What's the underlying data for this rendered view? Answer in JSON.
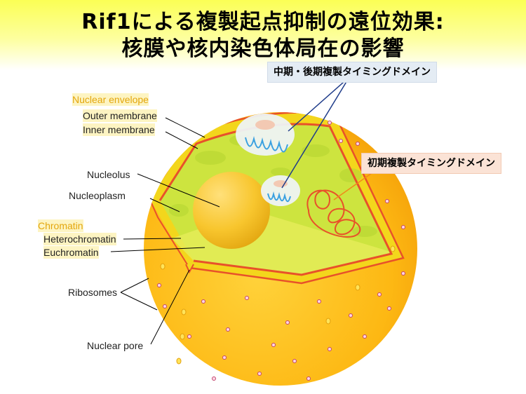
{
  "title": {
    "line1": "Rif1による複製起点抑制の遠位効果:",
    "line2": "核膜や核内染色体局在の影響"
  },
  "callouts": {
    "mid_late": "中期・後期複製タイミングドメイン",
    "early": "初期複製タイミングドメイン"
  },
  "labels": {
    "nuclear_envelope": "Nuclear envelope",
    "outer_membrane": "Outer membrane",
    "inner_membrane": "Inner membrane",
    "nucleolus": "Nucleolus",
    "nucleoplasm": "Nucleoplasm",
    "chromatin": "Chromatin",
    "heterochromatin": "Heterochromatin",
    "euchromatin": "Euchromatin",
    "ribosomes": "Ribosomes",
    "nuclear_pore": "Nuclear pore"
  },
  "colors": {
    "outer_sphere": "#fdb813",
    "cut_face": "#f4d21a",
    "nucleoplasm": "#c8e43c",
    "membrane": "#e8512a",
    "mid_late_domain_line": "#1f3c8a",
    "early_domain_line": "#f08a1a",
    "category_label": "#e3a60d"
  }
}
